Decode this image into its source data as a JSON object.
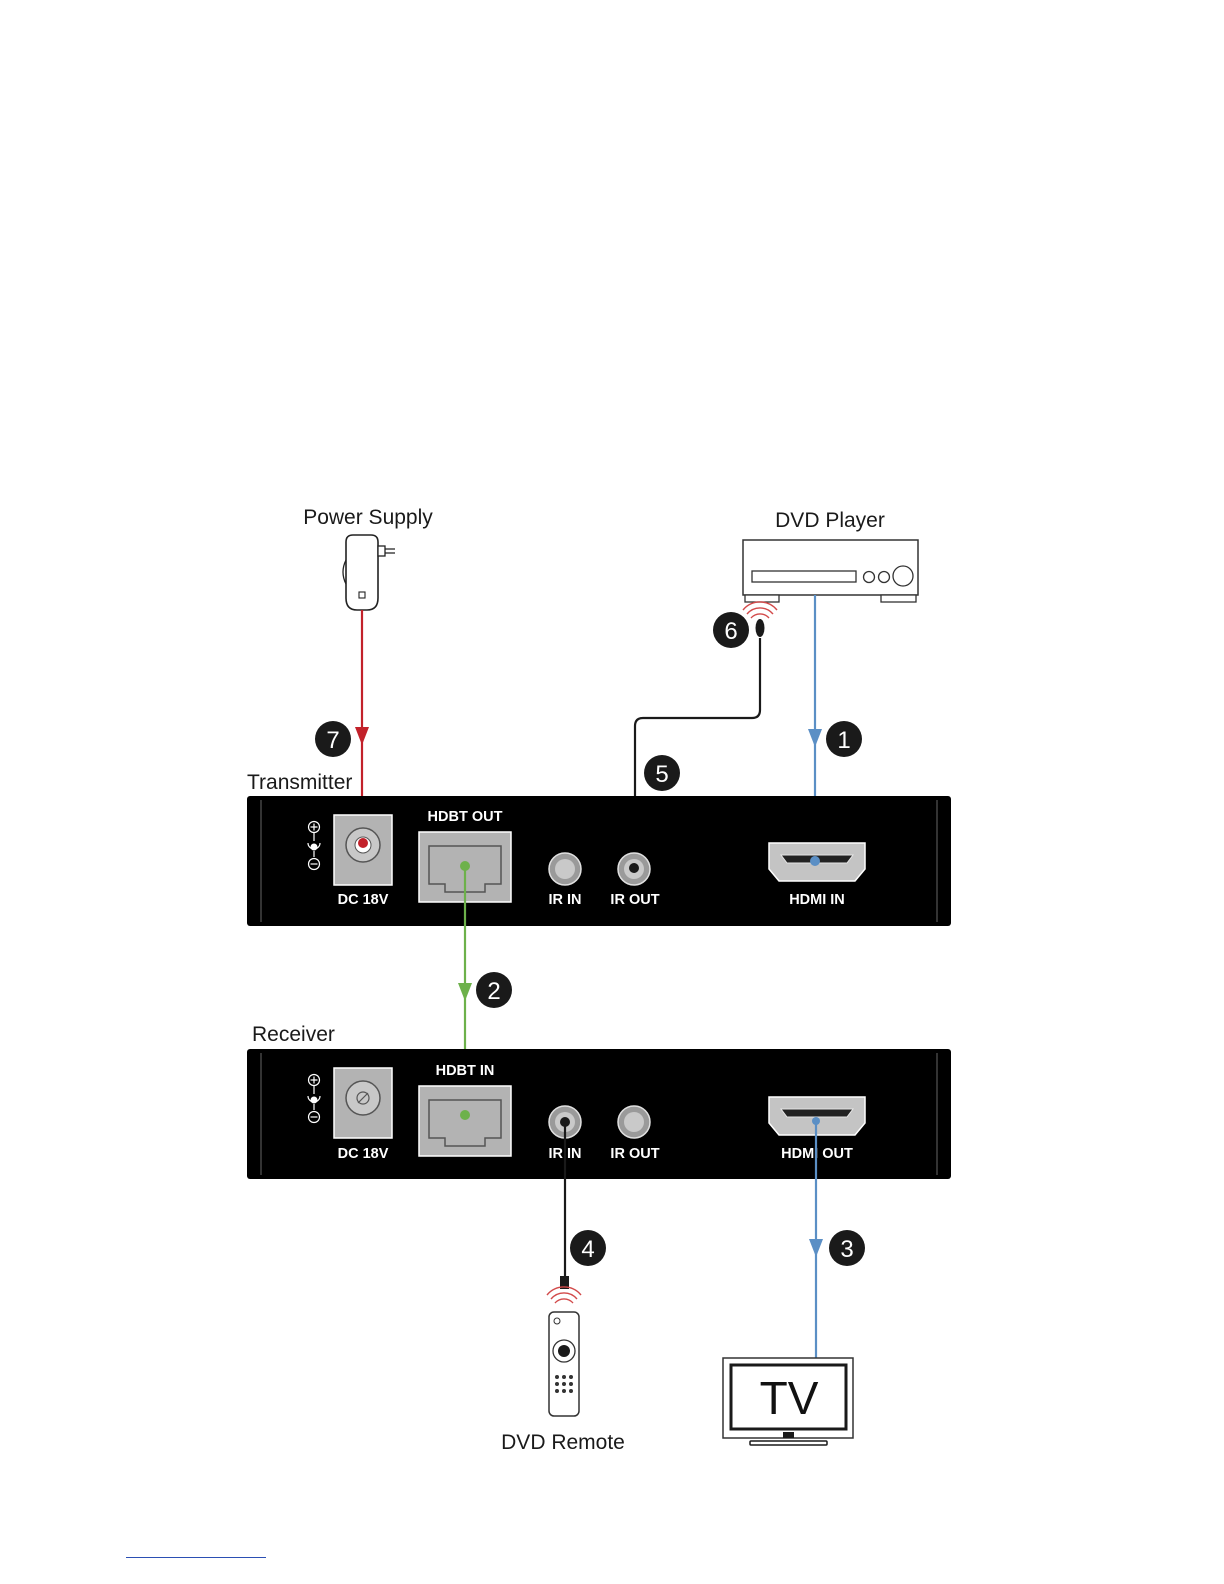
{
  "labels": {
    "power_supply": "Power Supply",
    "dvd_player": "DVD Player",
    "transmitter": "Transmitter",
    "receiver": "Receiver",
    "dvd_remote": "DVD Remote",
    "tv": "TV"
  },
  "transmitter_ports": {
    "dc": "DC 18V",
    "hdbt": "HDBT OUT",
    "ir_in": "IR IN",
    "ir_out": "IR OUT",
    "hdmi": "HDMI IN"
  },
  "receiver_ports": {
    "dc": "DC 18V",
    "hdbt": "HDBT IN",
    "ir_in": "IR IN",
    "ir_out": "IR OUT",
    "hdmi": "HDMI OUT"
  },
  "steps": [
    "1",
    "2",
    "3",
    "4",
    "5",
    "6",
    "7"
  ],
  "colors": {
    "hdmi_cable": "#5b8fc5",
    "hdbt_cable": "#6db14b",
    "power_cable": "#c2212a",
    "ir_cable": "#1a1a1a",
    "panel": "#000000",
    "port_gray": "#b8b8b8",
    "signal_red": "#d24a4a"
  }
}
